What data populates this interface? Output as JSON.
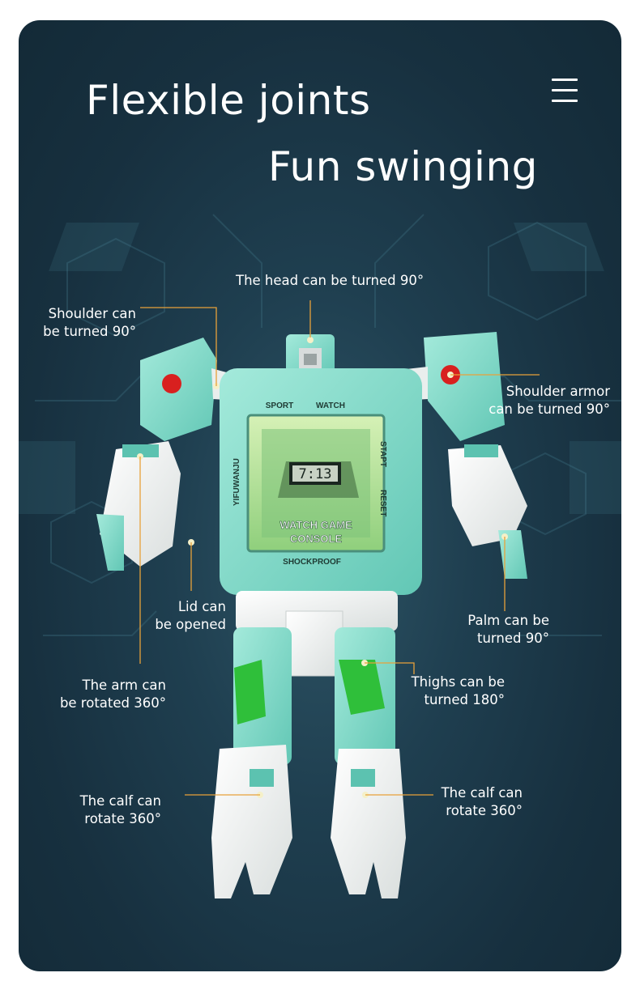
{
  "title_line1": "Flexible joints",
  "title_line2": "Fun swinging",
  "watch": {
    "top_left": "SPORT",
    "top_right": "WATCH",
    "left_side": "YIFUWANJU",
    "right_top": "STAPT",
    "right_bottom": "RESET",
    "bottom": "SHOCKPROOF",
    "display": "7:13",
    "screen_line1": "WATCH GAME",
    "screen_line2": "CONSOLE"
  },
  "labels": {
    "head": "The head can be turned 90°",
    "shoulder_l1": "Shoulder can",
    "shoulder_l2": "be turned 90°",
    "armor_l1": "Shoulder armor",
    "armor_l2": "can be turned 90°",
    "lid_l1": "Lid can",
    "lid_l2": "be opened",
    "palm_l1": "Palm can be",
    "palm_l2": "turned 90°",
    "arm_l1": "The arm can",
    "arm_l2": "be rotated 360°",
    "thigh_l1": "Thighs can be",
    "thigh_l2": "turned 180°",
    "calf_left_l1": "The calf can",
    "calf_left_l2": "rotate 360°",
    "calf_right_l1": "The calf can",
    "calf_right_l2": "rotate 360°"
  },
  "colors": {
    "accent_line": "#e8a13a",
    "robot_mint": "#7fd9c8",
    "robot_white": "#f2f4f3",
    "robot_green": "#2fbf3a",
    "shoulder_red": "#d8201f"
  }
}
